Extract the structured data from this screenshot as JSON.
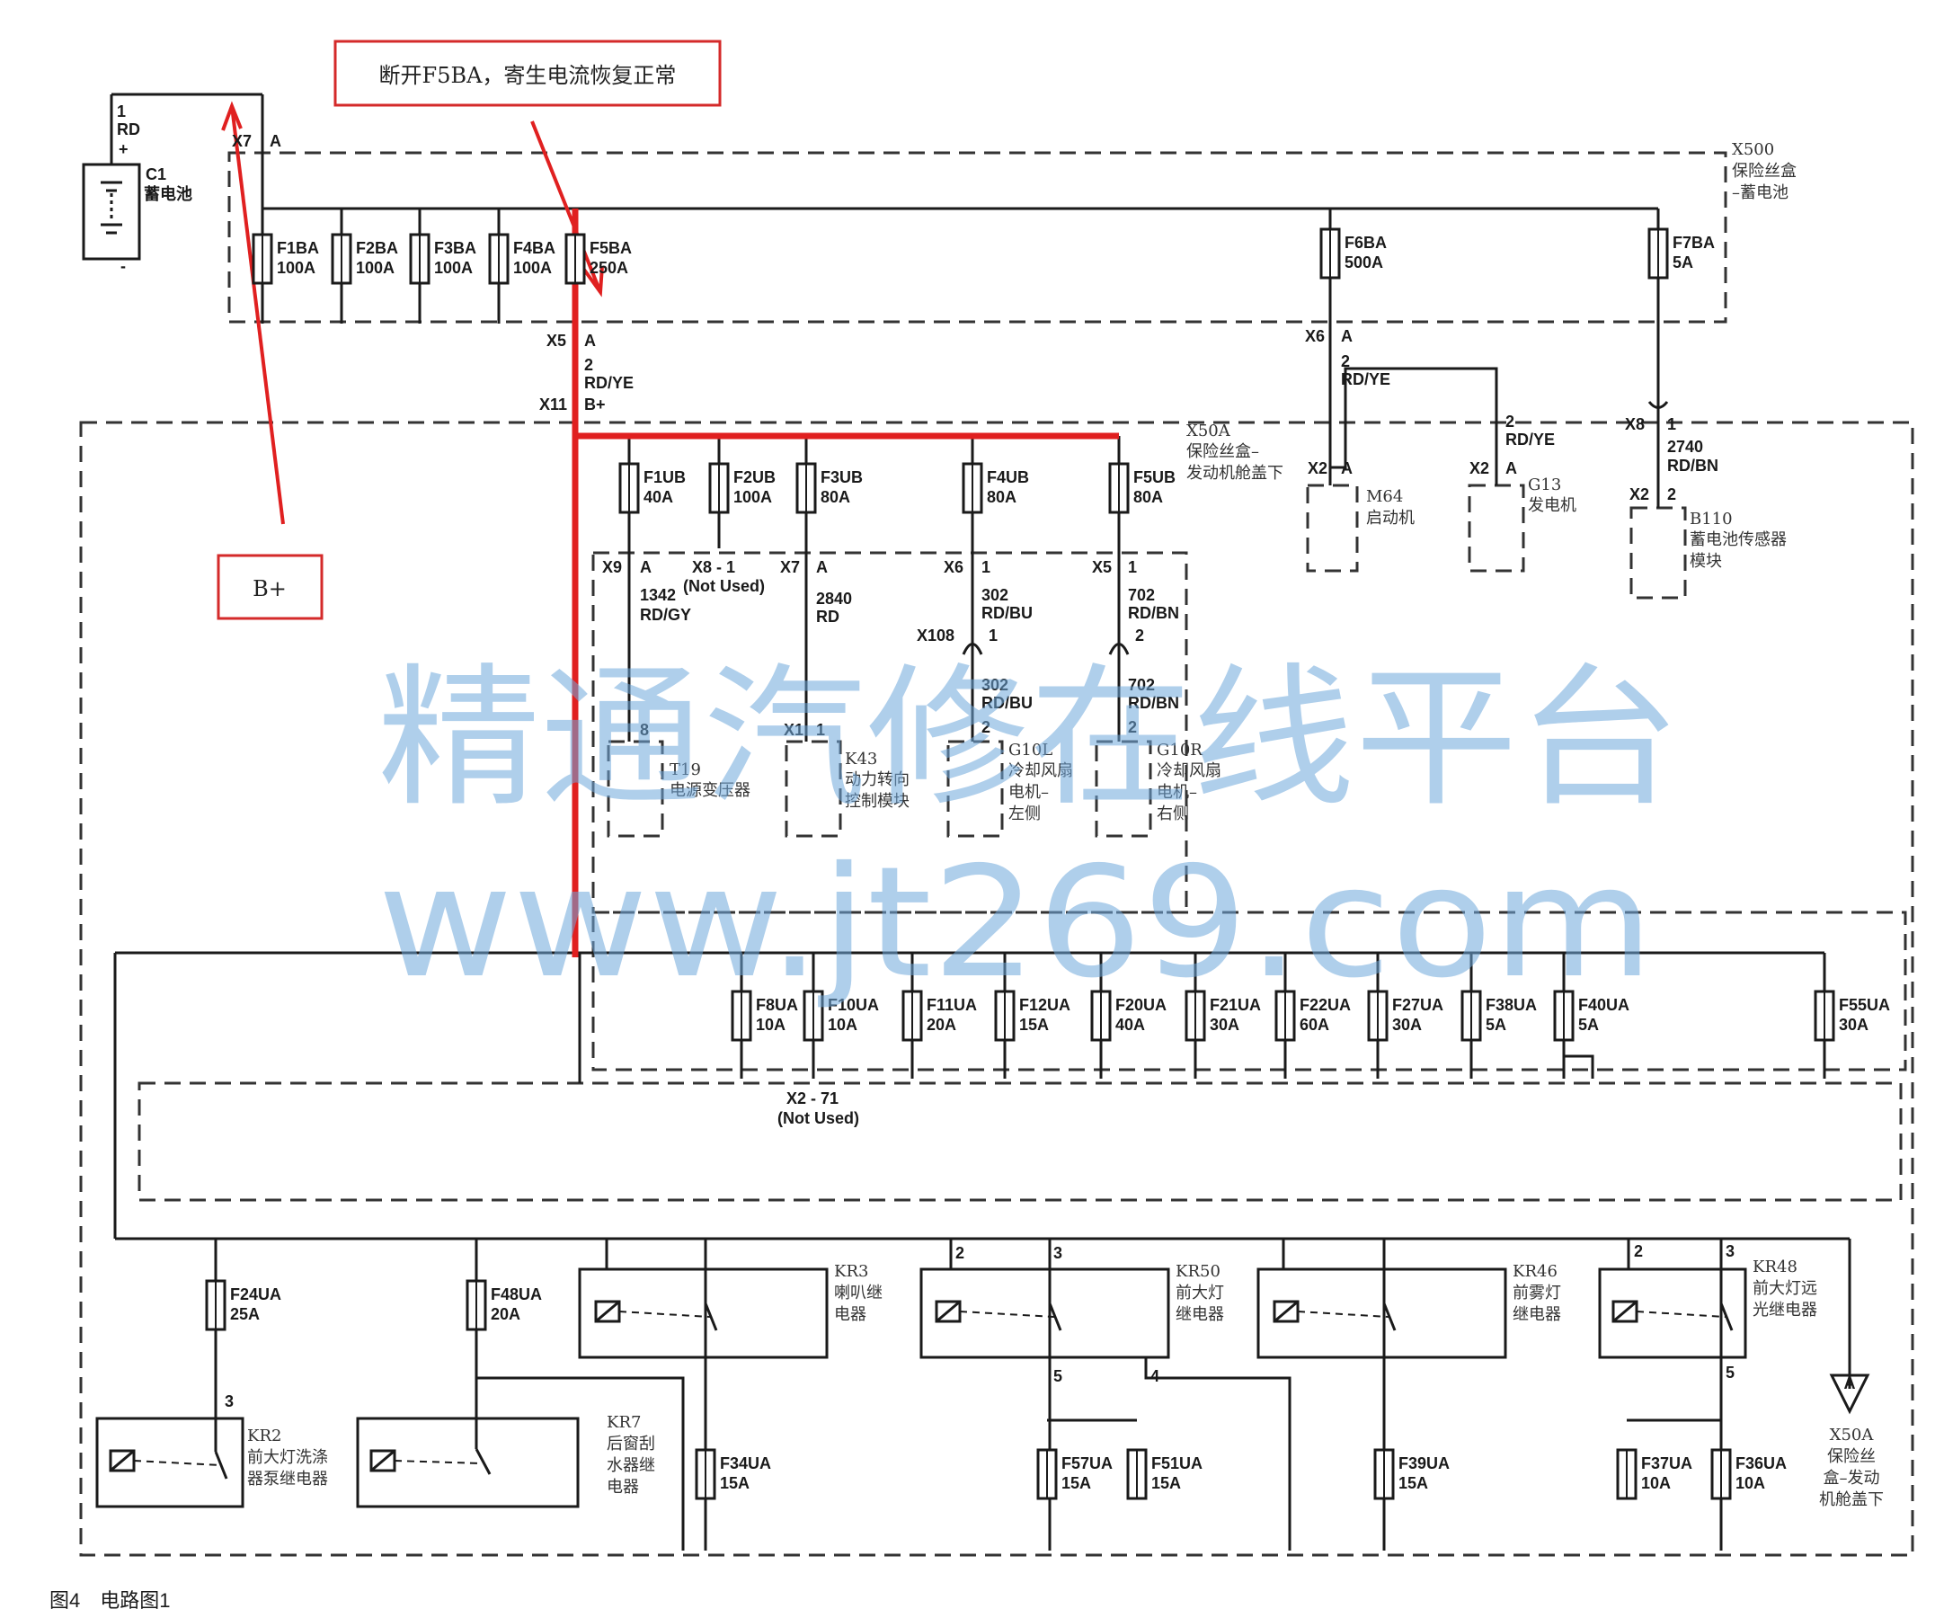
{
  "annotations": {
    "top_note": "断开F5BA，寄生电流恢复正常",
    "bplus": "B+"
  },
  "watermark": {
    "cn": "精通汽修在线平台",
    "url": "www.jt269.com"
  },
  "caption": "图4　电路图1",
  "battery": {
    "pin": "1",
    "wire": "RD",
    "plus": "+",
    "minus": "-",
    "code": "C1",
    "name": "蓄电池"
  },
  "boxes": {
    "x500": {
      "code": "X500",
      "l1": "保险丝盒",
      "l2": "–蓄电池"
    },
    "x50a": {
      "code": "X50A",
      "l1": "保险丝盒–",
      "l2": "发动机舱盖下"
    },
    "x50a_bottom": {
      "code": "X50A",
      "l1": "保险丝",
      "l2": "盒–发动",
      "l3": "机舱盖下",
      "arrow": "A"
    }
  },
  "top_fuses": [
    {
      "name": "F1BA",
      "rating": "100A"
    },
    {
      "name": "F2BA",
      "rating": "100A"
    },
    {
      "name": "F3BA",
      "rating": "100A"
    },
    {
      "name": "F4BA",
      "rating": "100A"
    },
    {
      "name": "F5BA",
      "rating": "250A"
    },
    {
      "name": "F6BA",
      "rating": "500A"
    },
    {
      "name": "F7BA",
      "rating": "5A"
    }
  ],
  "mid_fuses": [
    {
      "name": "F1UB",
      "rating": "40A"
    },
    {
      "name": "F2UB",
      "rating": "100A"
    },
    {
      "name": "F3UB",
      "rating": "80A"
    },
    {
      "name": "F4UB",
      "rating": "80A"
    },
    {
      "name": "F5UB",
      "rating": "80A"
    }
  ],
  "row_fuses": [
    {
      "name": "F8UA",
      "rating": "10A"
    },
    {
      "name": "F10UA",
      "rating": "10A"
    },
    {
      "name": "F11UA",
      "rating": "20A"
    },
    {
      "name": "F12UA",
      "rating": "15A"
    },
    {
      "name": "F20UA",
      "rating": "40A"
    },
    {
      "name": "F21UA",
      "rating": "30A"
    },
    {
      "name": "F22UA",
      "rating": "60A"
    },
    {
      "name": "F27UA",
      "rating": "30A"
    },
    {
      "name": "F38UA",
      "rating": "5A"
    },
    {
      "name": "F40UA",
      "rating": "5A"
    },
    {
      "name": "F55UA",
      "rating": "30A"
    }
  ],
  "bottom_fuses": [
    {
      "name": "F24UA",
      "rating": "25A"
    },
    {
      "name": "F48UA",
      "rating": "20A"
    },
    {
      "name": "F34UA",
      "rating": "15A"
    },
    {
      "name": "F57UA",
      "rating": "15A"
    },
    {
      "name": "F51UA",
      "rating": "15A"
    },
    {
      "name": "F39UA",
      "rating": "15A"
    },
    {
      "name": "F37UA",
      "rating": "10A"
    },
    {
      "name": "F36UA",
      "rating": "10A"
    }
  ],
  "connectors": {
    "x7_top": "X7",
    "a_top": "A",
    "x5": "X5",
    "x5a": "A",
    "x11": "X11",
    "bplus_pin": "B+",
    "w2_rdye": "2",
    "rdye": "RD/YE",
    "x6": "X6",
    "x6a": "A",
    "w2b": "2",
    "rdye_b": "RD/YE",
    "w2c": "2",
    "rdye_c": "RD/YE",
    "x2_m64": "X2",
    "a_m64": "A",
    "x2_g13": "X2",
    "a_g13": "A",
    "x8": "X8",
    "p1_2740": "1",
    "w2740": "2740",
    "rdbn_2740": "RD/BN",
    "x2_b110": "X2",
    "p2_b110": "2",
    "x9": "X9",
    "x9a": "A",
    "x8_1": "X8 - 1",
    "not_used_1": "(Not Used)",
    "x7_mid": "X7",
    "x7a_mid": "A",
    "x6_mid": "X6",
    "x6_1": "1",
    "x5_mid": "X5",
    "x5_1": "1",
    "w1342": "1342",
    "rdgy": "RD/GY",
    "w2840": "2840",
    "rd_2840": "RD",
    "w302a": "302",
    "rdbu_a": "RD/BU",
    "w702a": "702",
    "rdbn_a": "RD/BN",
    "x108": "X108",
    "x108_1": "1",
    "x108_2": "2",
    "w302b": "302",
    "rdbu_b": "RD/BU",
    "p2_302": "2",
    "w702b": "702",
    "rdbn_b": "RD/BN",
    "p2_702": "2",
    "t19_pin": "8",
    "x1": "X1",
    "x1_pin": "1",
    "x2_71": "X2 - 71",
    "not_used_2": "(Not Used)",
    "kr2_pin": "3",
    "kr50_p2": "2",
    "kr50_p3": "3",
    "kr50_p5": "5",
    "kr50_p4": "4",
    "kr48_p2": "2",
    "kr48_p3": "3",
    "kr48_p5": "5"
  },
  "components": {
    "m64": {
      "code": "M64",
      "name": "启动机"
    },
    "g13": {
      "code": "G13",
      "name": "发电机"
    },
    "b110": {
      "code": "B110",
      "l1": "蓄电池传感器",
      "l2": "模块"
    },
    "t19": {
      "code": "T19",
      "name": "电源变压器"
    },
    "k43": {
      "code": "K43",
      "l1": "动力转向",
      "l2": "控制模块"
    },
    "g10l": {
      "code": "G10L",
      "l1": "冷却风扇",
      "l2": "电机–",
      "l3": "左侧"
    },
    "g10r": {
      "code": "G10R",
      "l1": "冷却风扇",
      "l2": "电机–",
      "l3": "右侧"
    },
    "kr2": {
      "code": "KR2",
      "l1": "前大灯洗涤",
      "l2": "器泵继电器"
    },
    "kr7": {
      "code": "KR7",
      "l1": "后窗刮",
      "l2": "水器继",
      "l3": "电器"
    },
    "kr3": {
      "code": "KR3",
      "l1": "喇叭继",
      "l2": "电器"
    },
    "kr50": {
      "code": "KR50",
      "l1": "前大灯",
      "l2": "继电器"
    },
    "kr46": {
      "code": "KR46",
      "l1": "前雾灯",
      "l2": "继电器"
    },
    "kr48": {
      "code": "KR48",
      "l1": "前大灯远",
      "l2": "光继电器"
    }
  },
  "colors": {
    "highlight": "#e02020",
    "line": "#1a1a1a",
    "box": "#333333",
    "watermark": "#6fa8dc"
  }
}
